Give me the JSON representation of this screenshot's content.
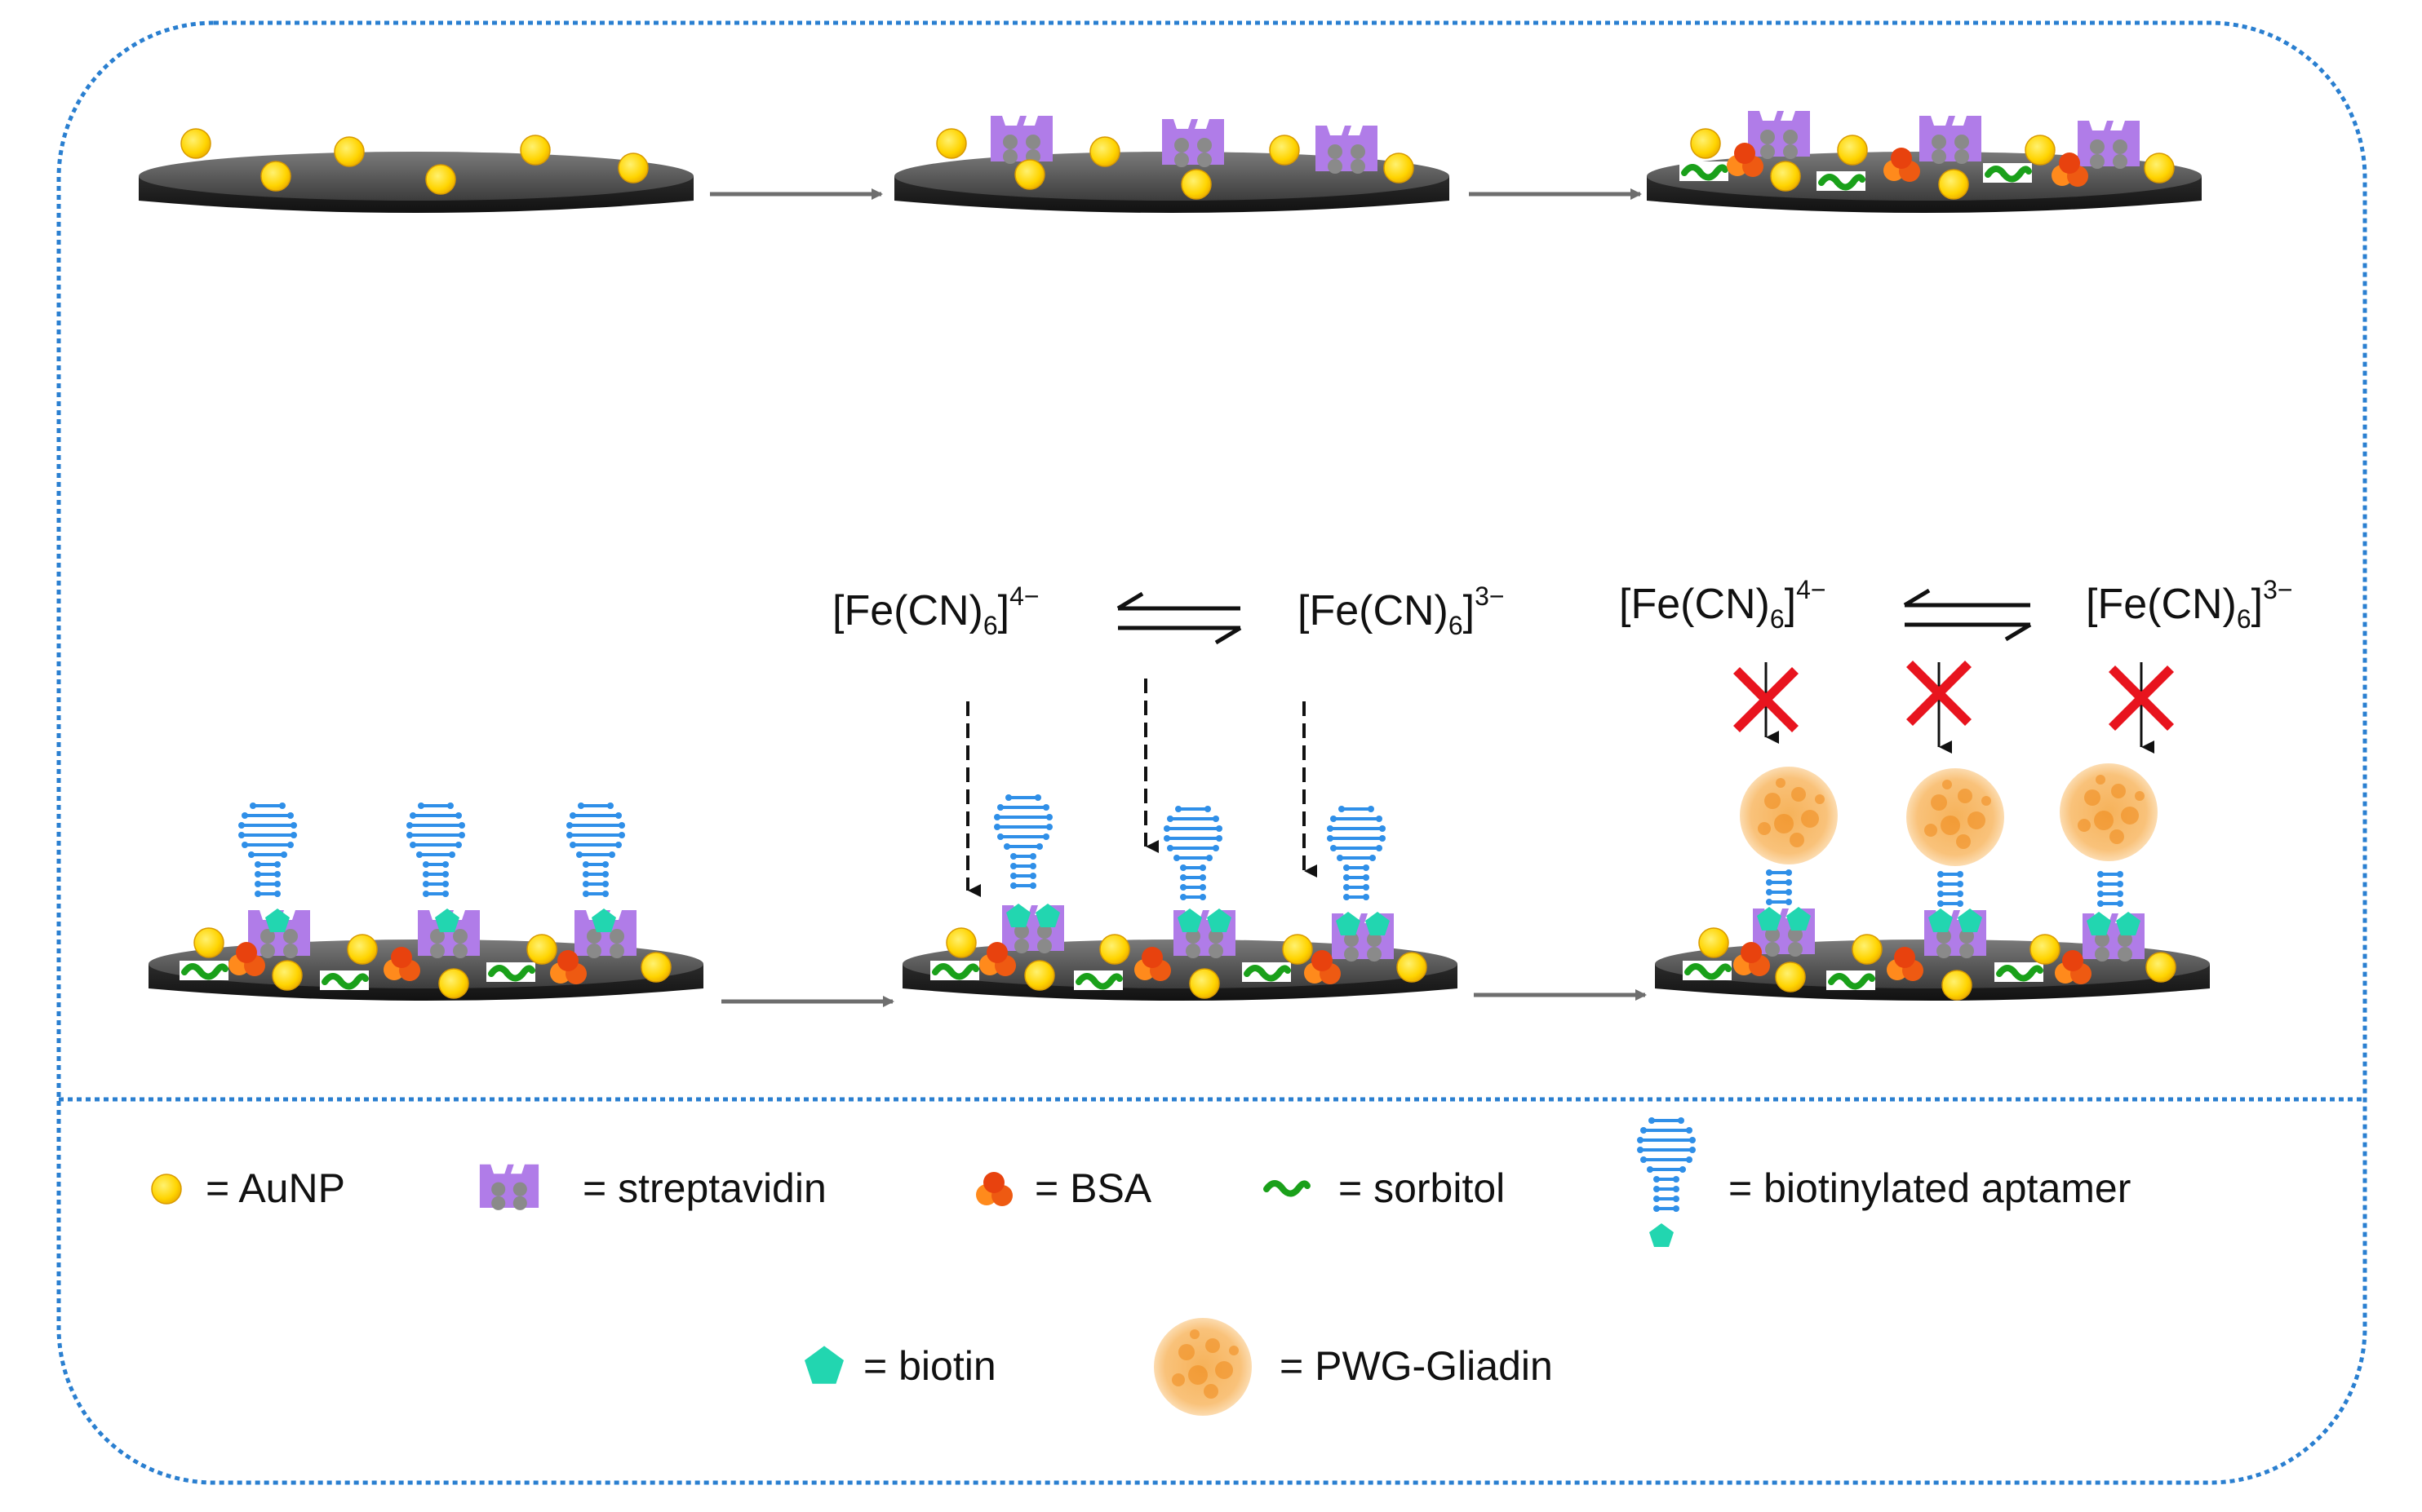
{
  "colors": {
    "frame": "#2a7fd0",
    "electrode_top": "#5a5a5a",
    "electrode_side": "#262626",
    "aunp": "#ffd400",
    "aunp_edge": "#e0a800",
    "streptavidin": "#b07ce8",
    "streptavidin_core": "#8a8a8a",
    "bsa_dark": "#e8420e",
    "bsa_light": "#ff8a1c",
    "sorbitol": "#1aa01a",
    "aptamer": "#2f8fe8",
    "biotin": "#22d6b0",
    "gliadin": "#f8a23a",
    "block_x": "#e8141e",
    "arrow": "#6e6e6e"
  },
  "redox": {
    "left_ox": "[Fe(CN)",
    "left_sub": "6",
    "left_sup": "4−",
    "right_ox": "[Fe(CN)",
    "right_sub": "6",
    "right_sup": "3−",
    "bracket": "]"
  },
  "legend": {
    "aunp": "= AuNP",
    "streptavidin": "= streptavidin",
    "bsa": "= BSA",
    "sorbitol": "= sorbitol",
    "aptamer": "= biotinylated aptamer",
    "biotin": "= biotin",
    "gliadin": "= PWG-Gliadin"
  },
  "icons": [
    "aunp-icon",
    "streptavidin-icon",
    "bsa-icon",
    "sorbitol-icon",
    "aptamer-icon",
    "biotin-icon",
    "gliadin-icon",
    "electrode-icon",
    "block-x-icon"
  ]
}
